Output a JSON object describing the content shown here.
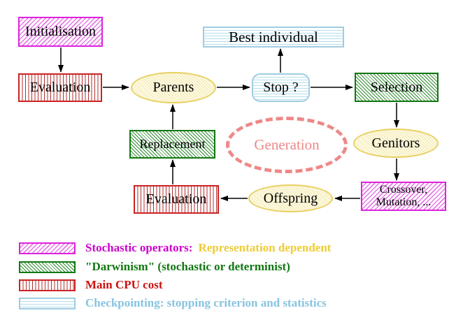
{
  "diagram": {
    "nodes": {
      "initialisation": {
        "label": "Initialisation",
        "style": "stochastic-operator"
      },
      "evaluation_top": {
        "label": "Evaluation",
        "style": "main-cpu-cost"
      },
      "best_individual": {
        "label": "Best individual",
        "style": "checkpointing"
      },
      "parents": {
        "label": "Parents",
        "style": "population"
      },
      "stop": {
        "label": "Stop ?",
        "style": "checkpointing"
      },
      "selection": {
        "label": "Selection",
        "style": "darwinism"
      },
      "replacement": {
        "label": "Replacement",
        "style": "darwinism"
      },
      "generation": {
        "label": "Generation",
        "style": "generation-loop"
      },
      "genitors": {
        "label": "Genitors",
        "style": "population"
      },
      "evaluation_bottom": {
        "label": "Evaluation",
        "style": "main-cpu-cost"
      },
      "offspring": {
        "label": "Offspring",
        "style": "population"
      },
      "crossover_mutation": {
        "label_line1": "Crossover,",
        "label_line2": "Mutation, ...",
        "style": "stochastic-operator"
      }
    },
    "edges": [
      {
        "from": "initialisation",
        "to": "evaluation_top"
      },
      {
        "from": "evaluation_top",
        "to": "parents"
      },
      {
        "from": "parents",
        "to": "stop"
      },
      {
        "from": "stop",
        "to": "best_individual"
      },
      {
        "from": "stop",
        "to": "selection"
      },
      {
        "from": "selection",
        "to": "genitors"
      },
      {
        "from": "genitors",
        "to": "crossover_mutation"
      },
      {
        "from": "crossover_mutation",
        "to": "offspring"
      },
      {
        "from": "offspring",
        "to": "evaluation_bottom"
      },
      {
        "from": "evaluation_bottom",
        "to": "replacement"
      },
      {
        "from": "replacement",
        "to": "parents"
      }
    ],
    "colors": {
      "magenta": "#dd22dd",
      "green": "#117711",
      "red": "#cc2222",
      "cyan": "#a0cce0",
      "yellow": "#e8d060",
      "pink_dashed": "#ee8888",
      "legend_yellow_text": "#eecc33"
    }
  },
  "legend": {
    "items": [
      {
        "swatch": "magenta-diagonal-hatch",
        "label": "Stochastic operators:",
        "label_secondary": "Representation dependent"
      },
      {
        "swatch": "green-diagonal-hatch",
        "label": "\"Darwinism\" (stochastic or determinist)"
      },
      {
        "swatch": "red-vertical-lines",
        "label": "Main CPU cost"
      },
      {
        "swatch": "cyan-horizontal-lines",
        "label": "Checkpointing: stopping criterion and statistics"
      }
    ]
  }
}
